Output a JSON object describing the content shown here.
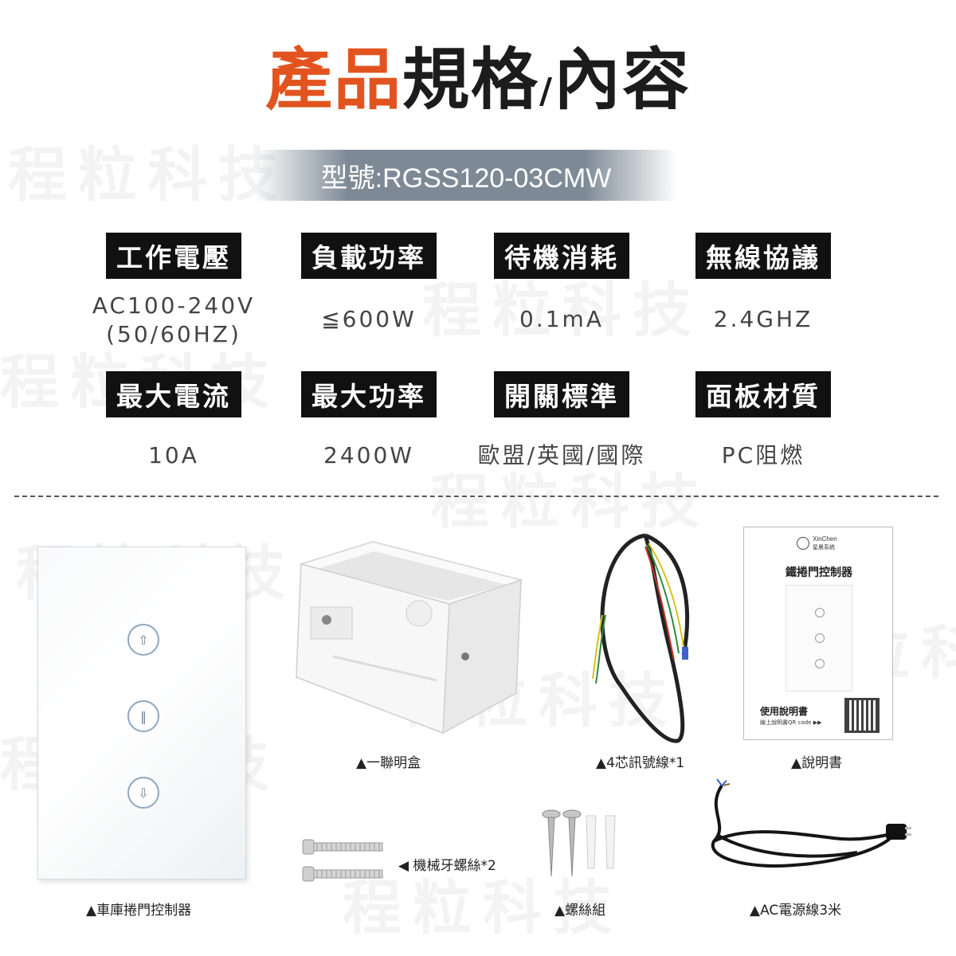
{
  "header": {
    "title_part1": "產品",
    "title_part2": "規格",
    "title_slash": "/",
    "title_part3": "內容",
    "model": "型號:RGSS120-03CMW"
  },
  "specs": [
    {
      "label": "工作電壓",
      "value": "AC100-240V\n(50/60HZ)"
    },
    {
      "label": "負載功率",
      "value": "≦600W"
    },
    {
      "label": "待機消耗",
      "value": "0.1mA"
    },
    {
      "label": "無線協議",
      "value": "2.4GHZ"
    },
    {
      "label": "最大電流",
      "value": "10A"
    },
    {
      "label": "最大功率",
      "value": "2400W"
    },
    {
      "label": "開關標準",
      "value": "歐盟/英國/國際"
    },
    {
      "label": "面板材質",
      "value": "PC阻燃"
    }
  ],
  "contents": {
    "junction_box": "▲一聯明盒",
    "signal_wire": "▲4芯訊號線*1",
    "manual": "▲說明書",
    "machine_screws": "◀ 機械牙螺絲*2",
    "controller": "▲車庫捲門控制器",
    "screw_set": "▲螺絲組",
    "ac_cable": "▲AC電源線3米"
  },
  "manual_sheet": {
    "brand": "XinChen",
    "brand_sub": "星晨系統",
    "title": "鐵捲門控制器",
    "usage": "使用說明書",
    "qr_note": "線上說明書QR code ▶▶"
  },
  "watermark": "程粒科技",
  "colors": {
    "accent": "#e2541f",
    "label_bg": "#111111",
    "model_bar": "#7d8a96"
  }
}
